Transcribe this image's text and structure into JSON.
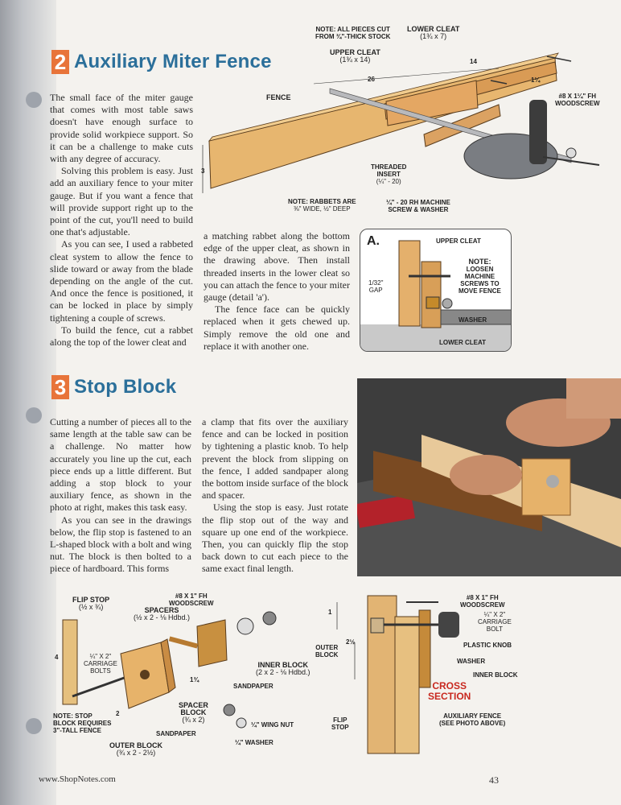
{
  "section2": {
    "number": "2",
    "title": "Auxiliary Miter Fence",
    "col1": [
      "The small face of the miter gauge that comes with most table saws doesn't have enough surface to provide solid workpiece support. So it can be a challenge to make cuts with any degree of accuracy.",
      "Solving this problem is easy. Just add an auxiliary fence to your miter gauge. But if you want a fence that will provide support right up to the point of the cut, you'll need to build one that's adjustable.",
      "As you can see, I used a rabbeted cleat system to allow the fence to slide toward or away from the blade depending on the angle of the cut. And once the fence is positioned, it can be locked in place by simply tightening a couple of screws.",
      "To build the fence, cut a rabbet along the top of the lower cleat and"
    ],
    "col2": [
      "a matching rabbet along the bottom edge of the upper cleat, as shown in the drawing above. Then install threaded inserts in the lower cleat so you can attach the fence to your miter gauge (detail 'a').",
      "The fence face can be quickly replaced when it gets chewed up. Simply remove the old one and replace it with another one."
    ]
  },
  "fence_drawing": {
    "note_top_bold": "NOTE:",
    "note_top_rest": "ALL PIECES CUT",
    "note_top_line2": "FROM ¾\"-THICK STOCK",
    "lower_cleat": "LOWER CLEAT",
    "lower_cleat_dim": "(1¾ x 7)",
    "upper_cleat": "UPPER CLEAT",
    "upper_cleat_dim": "(1¾ x 14)",
    "fence": "FENCE",
    "dim_26": "26",
    "dim_14": "14",
    "dim_1_1_4": "1¼",
    "dim_3": "3",
    "woodscrew": "#8 x 1¼\" Fh",
    "woodscrew2": "WOODSCREW",
    "threaded_insert": "THREADED",
    "threaded_insert2": "INSERT",
    "threaded_insert_dim": "(¼\" - 20)",
    "note_rabbet_bold": "NOTE:",
    "note_rabbet_rest": "RABBETS ARE",
    "note_rabbet_line2": "⅜\" WIDE, ½\" DEEP",
    "machine_screw": "¼\" - 20 Rh MACHINE",
    "machine_screw2": "SCREW & WASHER"
  },
  "detail_a": {
    "letter": "a.",
    "upper_cleat": "UPPER CLEAT",
    "gap": "1/32\"",
    "gap2": "GAP",
    "note_bold": "NOTE:",
    "note_l1": "LOOSEN",
    "note_l2": "MACHINE",
    "note_l3": "SCREWS TO",
    "note_l4": "MOVE FENCE",
    "washer": "WASHER",
    "lower_cleat": "LOWER CLEAT"
  },
  "section3": {
    "number": "3",
    "title": "Stop Block",
    "col1": [
      "Cutting a number of pieces all to the same length at the table saw can be a challenge. No matter how accurately you line up the cut, each piece ends up a little different. But adding a stop block to your auxiliary fence, as shown in the photo at right, makes this task easy.",
      "As you can see in the drawings below, the flip stop is fastened to an L-shaped block with a bolt and wing nut. The block is then bolted to a piece of hardboard. This forms"
    ],
    "col2": [
      "a clamp that fits over the auxiliary fence and can be locked in position by tightening a plastic knob. To help prevent the block from slipping on the fence, I added sandpaper along the bottom inside surface of the block and spacer.",
      "Using the stop is easy. Just rotate the flip stop out of the way and square up one end of the workpiece. Then, you can quickly flip the stop back down to cut each piece to the same exact final length."
    ]
  },
  "stop_drawing": {
    "flip_stop": "FLIP STOP",
    "flip_stop_dim": "(½ x ¾)",
    "spacers": "SPACERS",
    "spacers_dim": "(½ x 2 - ⅛ Hdbd.)",
    "woodscrew": "#8 x 1\" Fh",
    "woodscrew2": "WOODSCREW",
    "carriage": "¼\" x 2\"",
    "carriage2": "CARRIAGE",
    "carriage3": "BOLTS",
    "dim_4": "4",
    "dim_2": "2",
    "dim_1_3_4": "1¾",
    "inner_block": "INNER BLOCK",
    "inner_block_dim": "(2 x 2 - ⅛ Hdbd.)",
    "sandpaper": "SANDPAPER",
    "spacer_block": "SPACER",
    "spacer_block2": "BLOCK",
    "spacer_block_dim": "(¾ x 2)",
    "wing_nut": "¼\" WING NUT",
    "washer": "¼\" WASHER",
    "sandpaper2": "SANDPAPER",
    "note_bold": "NOTE:",
    "note_rest": "STOP",
    "note_l2": "BLOCK REQUIRES",
    "note_l3": "3\"-TALL FENCE",
    "outer_block": "OUTER BLOCK",
    "outer_block_dim": "(¾ x 2 - 2½)"
  },
  "cross_section": {
    "woodscrew": "#8 x 1\" Fh",
    "woodscrew2": "WOODSCREW",
    "carriage": "¼\" x 2\"",
    "carriage2": "CARRIAGE",
    "carriage3": "BOLT",
    "dim_1": "1",
    "dim_2_1_2": "2½",
    "outer_block": "OUTER",
    "outer_block2": "BLOCK",
    "plastic_knob": "PLASTIC KNOB",
    "washer": "WASHER",
    "inner_block": "INNER BLOCK",
    "title": "CROSS",
    "title2": "SECTION",
    "flip": "FLIP",
    "flip2": "STOP",
    "aux_fence": "AUXILIARY FENCE",
    "aux_fence2": "(SEE PHOTO ABOVE)"
  },
  "footer": {
    "url": "www.ShopNotes.com",
    "page": "43"
  },
  "colors": {
    "accent": "#e8743a",
    "title": "#2b6f9a",
    "cross": "#c8281f",
    "wood": "#e8b97a"
  }
}
